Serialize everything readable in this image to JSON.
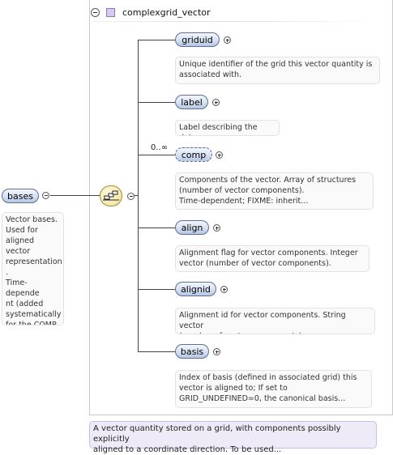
{
  "element": {
    "name": "complexgrid_vector",
    "documentation": "A vector quantity stored on a grid, with components possibly explicitly\naligned to a coordinate direction. To be used..."
  },
  "root": {
    "name": "bases",
    "documentation": "Vector bases.\nUsed for\naligned vector\nrepresentation\n.\nTime-depende\nnt (added\nsystematically\nfor the COMP\nchild..."
  },
  "children": [
    {
      "name": "griduid",
      "multiplicity": "",
      "doc": "Unique identifier of the grid this vector quantity is\nassociated with."
    },
    {
      "name": "label",
      "multiplicity": "",
      "doc": "Label describing the data"
    },
    {
      "name": "comp",
      "multiplicity": "0..∞",
      "doc": "Components of the vector. Array of structures\n(number of vector components).\nTime-dependent; FIXME: inherit..."
    },
    {
      "name": "align",
      "multiplicity": "",
      "doc": "Alignment flag for vector components. Integer\nvector (number of vector components)."
    },
    {
      "name": "alignid",
      "multiplicity": "",
      "doc": "Alignment id for vector components. String vector\n(number of vector components)."
    },
    {
      "name": "basis",
      "multiplicity": "",
      "doc": "Index of basis (defined in associated grid) this\nvector is aligned to; If set to\nGRID_UNDEFINED=0, the canonical basis..."
    }
  ],
  "colors": {
    "node_fill": "#d6e0f2",
    "node_border": "#5c6f99",
    "element_doc_fill": "#efeaf8",
    "sequence_fill": "#f4e8a8"
  },
  "icons": {
    "collapse": "minus-circle-icon",
    "expand": "plus-circle-icon",
    "type": "complex-type-icon",
    "sequence": "sequence-compositor-icon"
  }
}
